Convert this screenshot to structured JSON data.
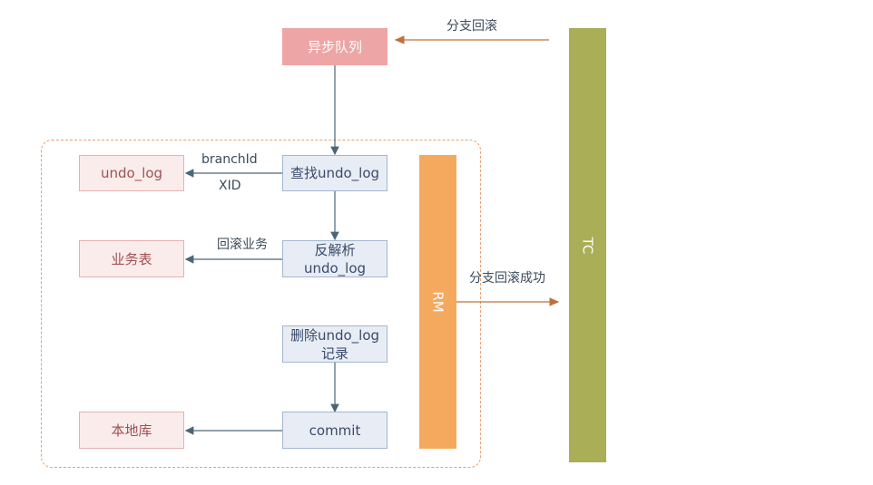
{
  "queue": {
    "label": "异步队列"
  },
  "tc": {
    "label": "TC"
  },
  "rm": {
    "label": "RM"
  },
  "steps": {
    "find_undo_log": "查找undo_log",
    "reverse_parse": [
      "反解析",
      "undo_log"
    ],
    "delete_undo_log": [
      "删除undo_log",
      "记录"
    ],
    "commit": "commit"
  },
  "targets": {
    "undo_log": "undo_log",
    "business_table": "业务表",
    "local_db": "本地库"
  },
  "labels": {
    "branch_rollback": "分支回滚",
    "branch_rollback_success": "分支回滚成功",
    "branch_id": "branchId",
    "xid": "XID",
    "rollback_business": "回滚业务"
  },
  "colors": {
    "tc": "#a9ae57",
    "rm": "#f5a95e",
    "queue": "#eea5a5",
    "step_fill": "#e8edf5",
    "target_fill": "#fbecec",
    "frame_border": "#e8a070"
  }
}
